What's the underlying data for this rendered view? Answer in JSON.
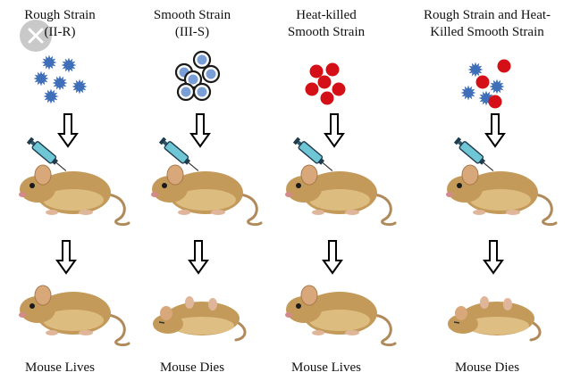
{
  "icons": {
    "close": "close-icon"
  },
  "experiments": [
    {
      "title": "Rough Strain\n(II-R)",
      "cells": "rough",
      "outcome": "Mouse Lives"
    },
    {
      "title": "Smooth Strain\n(III-S)",
      "cells": "smooth",
      "outcome": "Mouse Dies"
    },
    {
      "title": "Heat-killed\nSmooth Strain",
      "cells": "heat-killed",
      "outcome": "Mouse Lives"
    },
    {
      "title": "Rough Strain and Heat-\nKilled Smooth Strain",
      "cells": "mixed",
      "outcome": "Mouse Dies"
    }
  ],
  "colors": {
    "rough_cell": "#3f6fb8",
    "smooth_cell": "#7a9fd6",
    "smooth_rim": "#1a1a1a",
    "heat_killed_cell": "#d40f17",
    "mouse_body": "#c49a5a",
    "mouse_light": "#e3c48a",
    "close_button": "#c9c9c9"
  }
}
